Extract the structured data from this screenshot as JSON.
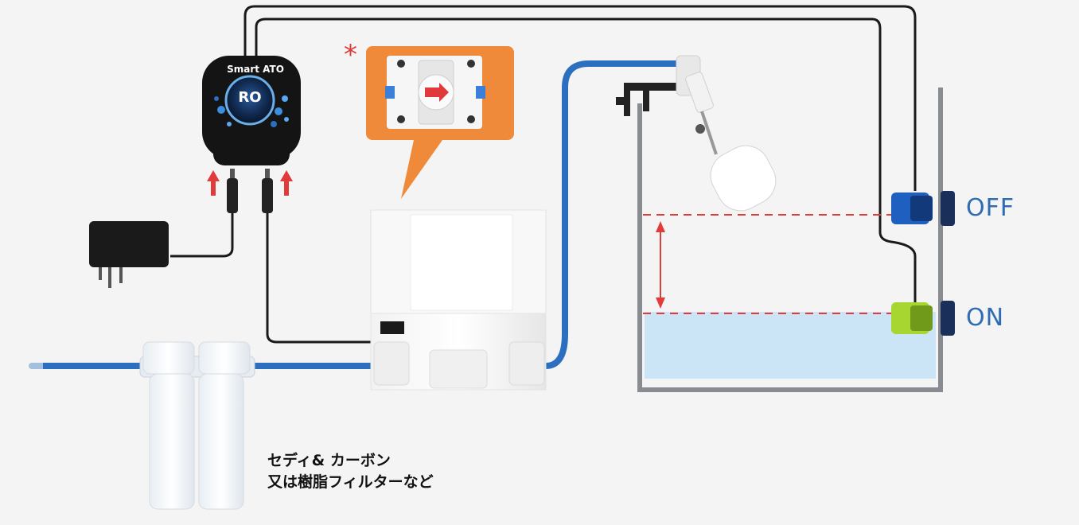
{
  "controller": {
    "title": "Smart ATO",
    "badge": "RO"
  },
  "levels": {
    "off_label": "OFF",
    "on_label": "ON"
  },
  "note": {
    "asterisk": "*"
  },
  "caption": {
    "line1": "セディ& カーボン",
    "line2": "又は樹脂フィルターなど"
  },
  "colors": {
    "pipe": "#2d6fbf",
    "callout": "#ef8a3a",
    "water": "#cbe4f6",
    "level_line": "#e23b3b",
    "off_sensor": "#1e5fbf",
    "on_sensor": "#a8d630"
  }
}
